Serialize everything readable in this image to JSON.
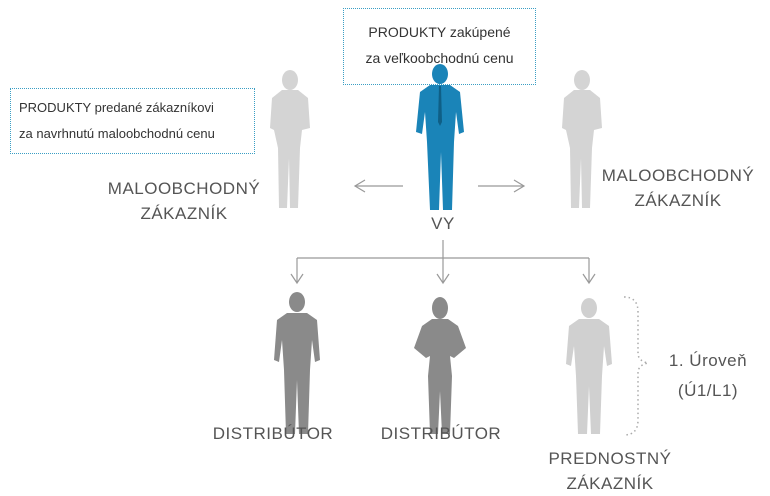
{
  "notes": {
    "wholesale": {
      "line1": "PRODUKTY zakúpené",
      "line2": "za veľkoobchodnú cenu"
    },
    "retail": {
      "line1": "PRODUKTY predané zákazníkovi",
      "line2": "za navrhnutú maloobchodnú cenu"
    }
  },
  "people": {
    "you": {
      "label": "VY",
      "color": "#1a84b8"
    },
    "retail_left": {
      "line1": "MALOOBCHODNÝ",
      "line2": "ZÁKAZNÍK",
      "color": "#d4d4d4"
    },
    "retail_right": {
      "line1": "MALOOBCHODNÝ",
      "line2": "ZÁKAZNÍK",
      "color": "#d4d4d4"
    },
    "distributor_1": {
      "label": "DISTRIBÚTOR",
      "color": "#8a8a8a"
    },
    "distributor_2": {
      "label": "DISTRIBÚTOR",
      "color": "#8a8a8a"
    },
    "preferred": {
      "line1": "PREDNOSTNÝ",
      "line2": "ZÁKAZNÍK",
      "color": "#d0d0d0"
    }
  },
  "level": {
    "line1": "1. Úroveň",
    "line2": "(Ú1/L1)"
  },
  "colors": {
    "line": "#999999",
    "note_border": "#3a9ec4"
  }
}
